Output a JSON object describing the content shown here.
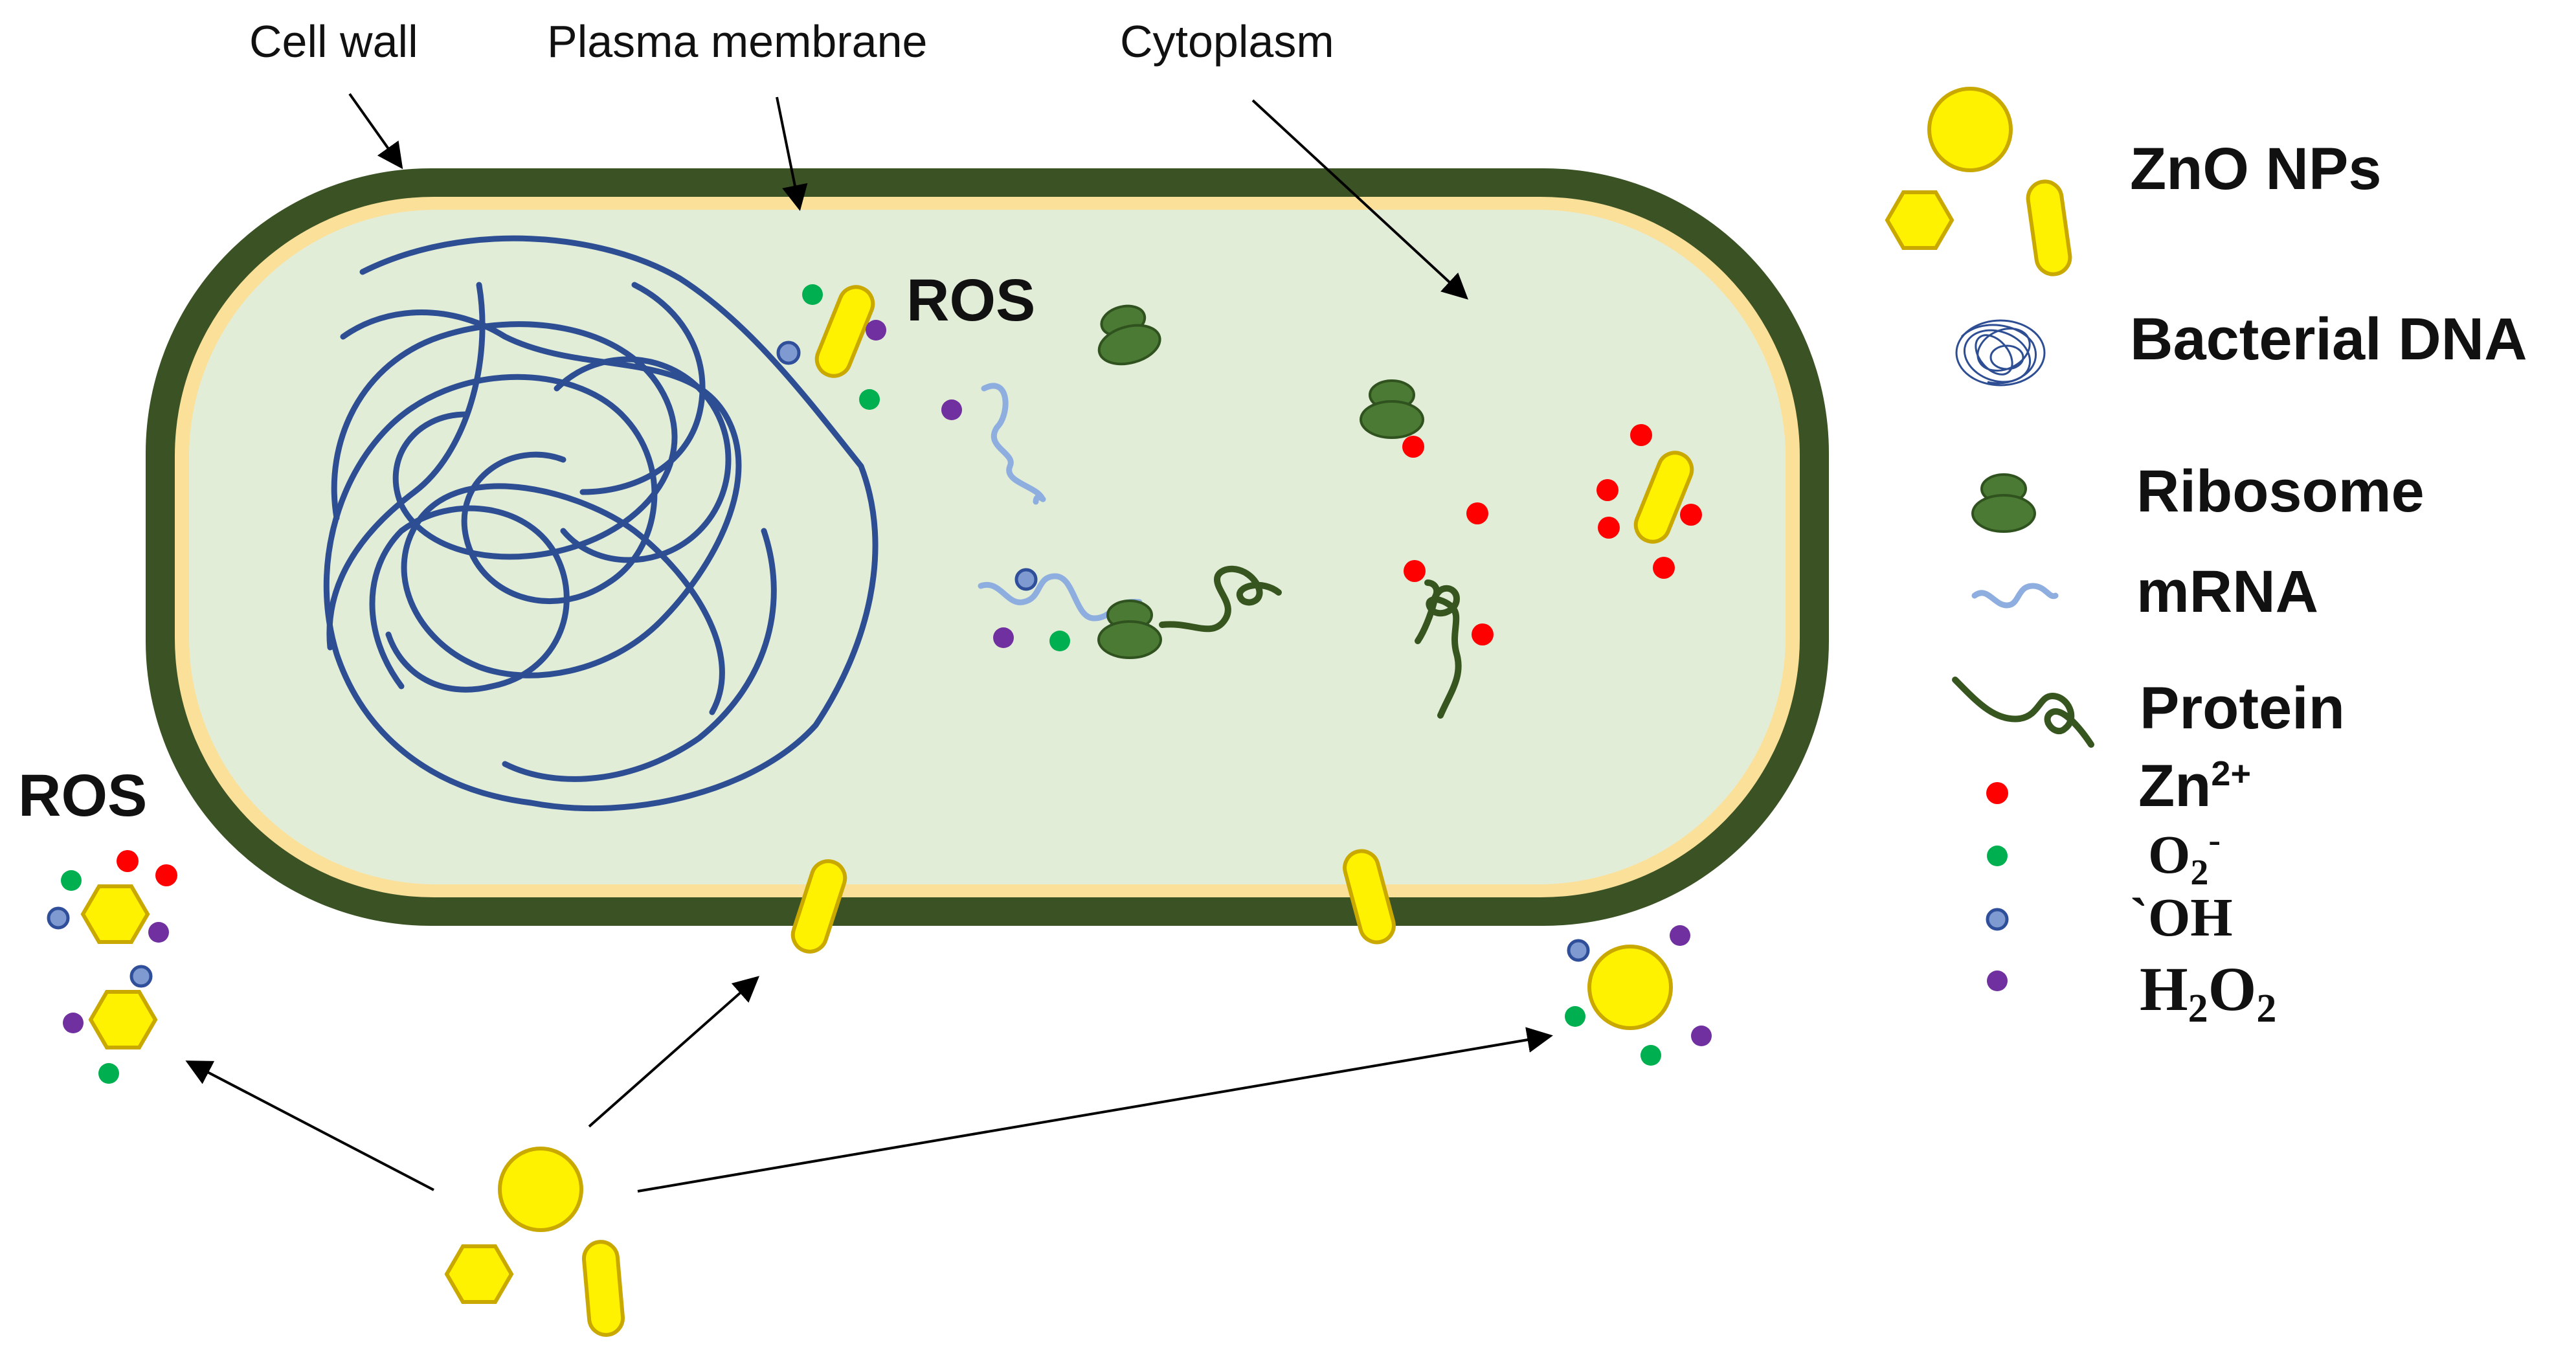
{
  "labels": {
    "cell_wall": "Cell wall",
    "plasma_membrane": "Plasma membrane",
    "cytoplasm": "Cytoplasm",
    "ros_inside": "ROS",
    "ros_outside": "ROS"
  },
  "legend": {
    "zno": "ZnO NPs",
    "dna": "Bacterial DNA",
    "ribosome": "Ribosome",
    "mrna": "mRNA",
    "protein": "Protein",
    "zn_base": "Zn",
    "zn_sup": "2+",
    "o2_base": "O",
    "o2_sub": "2",
    "o2_sup": "-",
    "oh": "`OH",
    "h2o2_h": "H",
    "h2o2_sub1": "2",
    "h2o2_o": "O",
    "h2o2_sub2": "2"
  },
  "colors": {
    "cell_wall": "#3a5224",
    "membrane": "#fbe09a",
    "cytoplasm": "#e2edd8",
    "dna": "#2e4e94",
    "ribosome": "#4a7a33",
    "mrna": "#8eaee0",
    "protein": "#37561f",
    "zno_fill": "#fff200",
    "zno_stroke": "#c9a800",
    "zn2": "#ff0000",
    "o2": "#00b050",
    "oh_fill": "#7f9ad0",
    "oh_stroke": "#2f4f9a",
    "h2o2": "#7030a0"
  }
}
